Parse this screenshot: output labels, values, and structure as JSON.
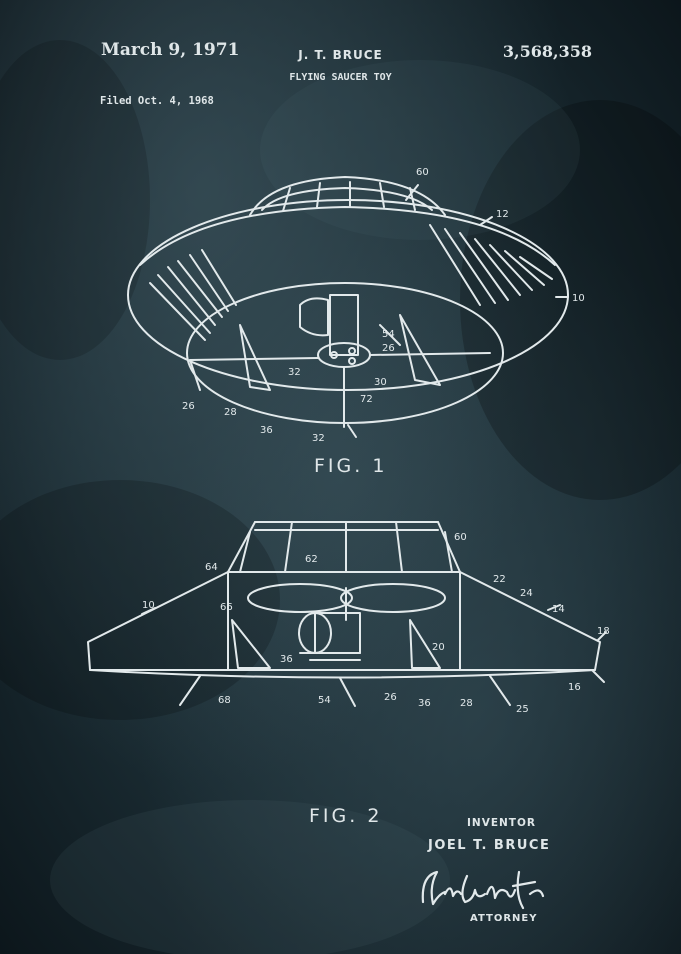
{
  "header": {
    "date": "March 9, 1971",
    "inventor_short": "J. T. BRUCE",
    "patent_number": "3,568,358",
    "title": "FLYING SAUCER TOY",
    "filed": "Filed Oct. 4, 1968"
  },
  "figures": {
    "fig1": {
      "label": "FIG. 1",
      "refs": [
        "60",
        "12",
        "10",
        "54",
        "26",
        "32",
        "30",
        "72",
        "26",
        "28",
        "36",
        "32"
      ]
    },
    "fig2": {
      "label": "FIG. 2",
      "refs": [
        "60",
        "64",
        "62",
        "22",
        "24",
        "14",
        "18",
        "10",
        "66",
        "20",
        "36",
        "16",
        "68",
        "54",
        "26",
        "36",
        "28",
        "25"
      ]
    }
  },
  "signature_block": {
    "inventor_heading": "INVENTOR",
    "inventor_name": "JOEL T. BRUCE",
    "attorney_heading": "ATTORNEY"
  },
  "colors": {
    "paper": "#1d2f36",
    "ink": "#e2e9eb"
  }
}
